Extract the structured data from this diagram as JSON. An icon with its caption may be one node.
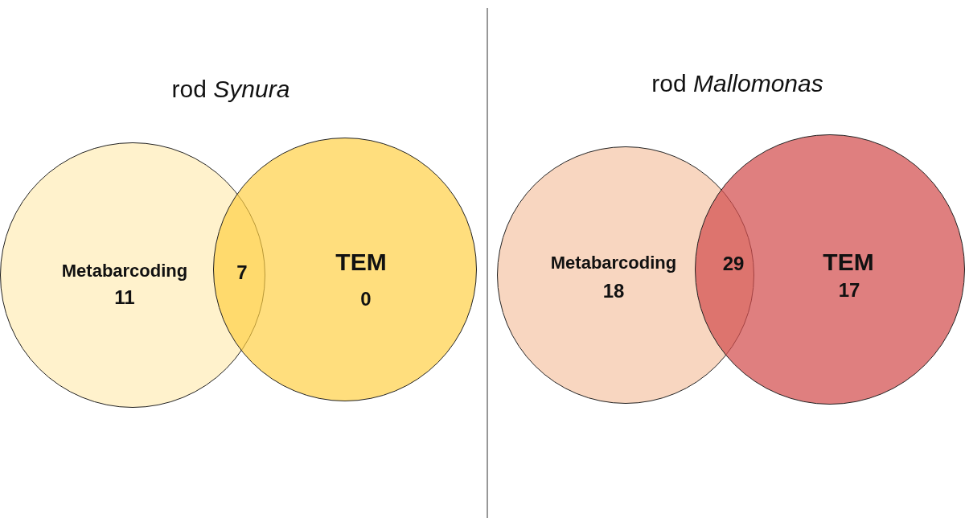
{
  "diagram": {
    "nodes": [
      {
        "text": [
          "Metabarcoding",
          "11"
        ]
      },
      {
        "text": [
          "TEM",
          "0"
        ]
      },
      {
        "text": [
          "Metabarcoding",
          "18"
        ]
      },
      {
        "text": [
          "TEM",
          "17"
        ]
      }
    ],
    "labels": [
      "rod *Synura*",
      "7",
      "rod *Mallomonas*",
      "29"
    ]
  }
}
